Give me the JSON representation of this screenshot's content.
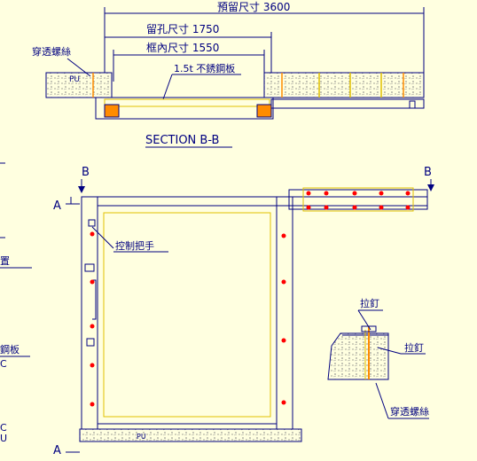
{
  "dimensions": {
    "overall_reserved": "預留尺寸 3600",
    "opening": "留孔尺寸 1750",
    "frame_inner": "框內尺寸 1550",
    "sheet_note": "1.5t 不銹鋼板"
  },
  "section_title": "SECTION B-B",
  "wall_label": "PU",
  "callouts": {
    "through_bolt_top": "穿透螺絲",
    "control_handle": "控制把手",
    "pull_nail_1": "拉釘",
    "pull_nail_2": "拉釘",
    "through_bolt_detail": "穿透螺絲"
  },
  "section_markers": {
    "a_top": "A",
    "a_bottom": "A",
    "b_left": "B",
    "b_right": "B"
  },
  "left_edge_fragments": [
    "置",
    "鋼板",
    "C",
    "C",
    "U"
  ],
  "colors": {
    "background": "#ffffe0",
    "line": "#000080",
    "frame": "#e0c000",
    "bolt": "#ff0000",
    "accent": "#ff8c00",
    "concrete": "#808080"
  }
}
